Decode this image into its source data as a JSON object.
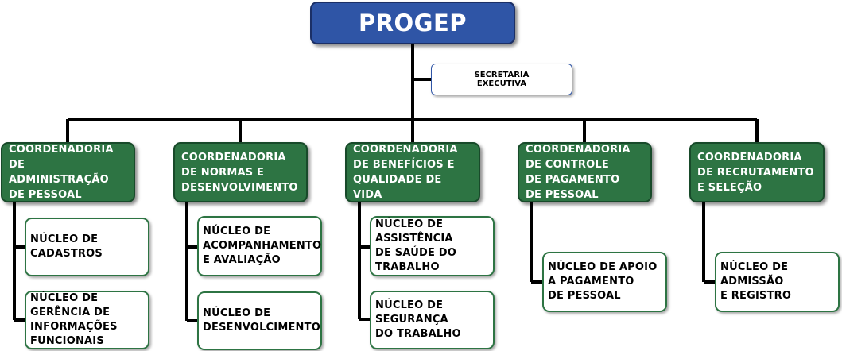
{
  "root": {
    "label": "PROGEP"
  },
  "secretaria": {
    "label": "SECRETARIA\nEXECUTIVA"
  },
  "coordenadorias": [
    {
      "label": "COORDENADORIA\nDE ADMINISTRAÇÃO\nDE PESSOAL"
    },
    {
      "label": "COORDENADORIA\nDE NORMAS E\nDESENVOLVIMENTO"
    },
    {
      "label": "COORDENADORIA\nDE BENEFÍCIOS E\nQUALIDADE DE VIDA"
    },
    {
      "label": "COORDENADORIA\nDE CONTROLE\nDE PAGAMENTO\nDE PESSOAL"
    },
    {
      "label": "COORDENADORIA\nDE RECRUTAMENTO\nE SELEÇÃO"
    }
  ],
  "nucleos": [
    {
      "label": "NÚCLEO DE\nCADASTROS"
    },
    {
      "label": "NÚCLEO DE\nGERÊNCIA DE\nINFORMAÇÕES\nFUNCIONAIS"
    },
    {
      "label": "NÚCLEO DE\nACOMPANHAMENTO\nE AVALIAÇÃO"
    },
    {
      "label": "NÚCLEO DE\nDESENVOLCIMENTO"
    },
    {
      "label": "NÚCLEO DE\nASSISTÊNCIA\nDE SAÚDE DO\nTRABALHO"
    },
    {
      "label": "NÚCLEO DE\nSEGURANÇA\nDO TRABALHO"
    },
    {
      "label": "NÚCLEO DE APOIO\nA PAGAMENTO\nDE PESSOAL"
    },
    {
      "label": "NÚCLEO DE\nADMISSÃO\nE REGISTRO"
    }
  ],
  "colors": {
    "root_fill": "#2f55a6",
    "coord_fill": "#2d7443",
    "connector": "#000000"
  }
}
